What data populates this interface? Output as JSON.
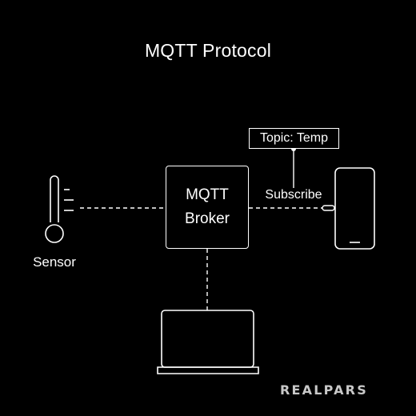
{
  "title": "MQTT Protocol",
  "broker": {
    "line1": "MQTT",
    "line2": "Broker"
  },
  "sensor": {
    "label": "Sensor",
    "icon": "thermometer-icon"
  },
  "phone": {
    "icon": "smartphone-icon"
  },
  "laptop": {
    "icon": "laptop-icon"
  },
  "topic": {
    "label": "Topic: Temp"
  },
  "subscribe": {
    "label": "Subscribe"
  },
  "brand": {
    "text": "REALPARS"
  },
  "colors": {
    "background": "#000000",
    "foreground": "#ffffff",
    "brand": "#c8c8c8"
  }
}
